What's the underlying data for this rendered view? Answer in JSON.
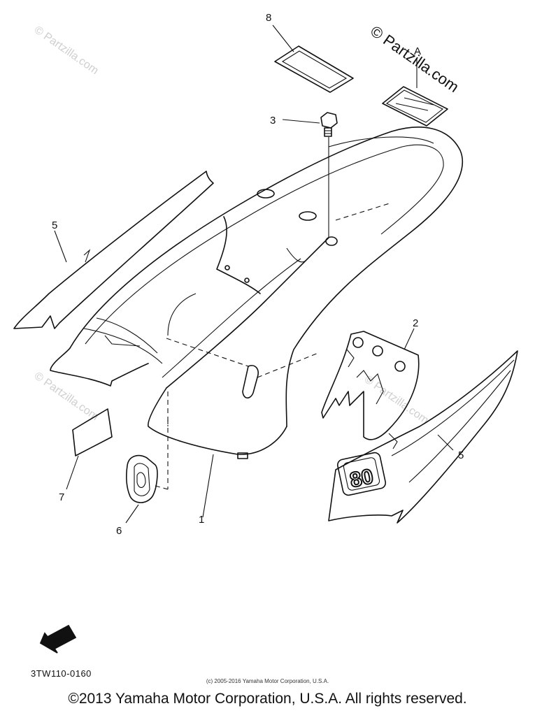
{
  "watermarks": {
    "main": "© Partzilla.com",
    "faint": "© Partzilla.com"
  },
  "callouts": {
    "c1": "1",
    "c2": "2",
    "c3": "3",
    "c5_left": "5",
    "c5_right": "5",
    "c6": "6",
    "c7": "7",
    "c8": "8",
    "cA": "A"
  },
  "emblem_text": "80",
  "fwd_label": "FWD",
  "diagram_code": "3TW110-0160",
  "small_copyright": "(c) 2005-2016 Yamaha Motor Corporation, U.S.A.",
  "footer_copyright": "©2013 Yamaha Motor Corporation, U.S.A. All rights reserved."
}
